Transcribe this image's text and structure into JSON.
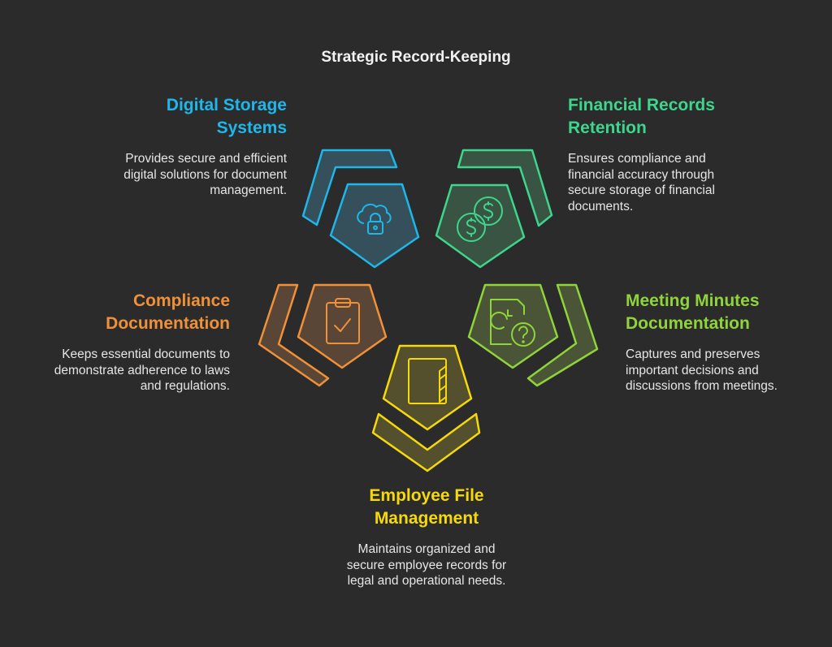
{
  "title": "Strategic Record-Keeping",
  "colors": {
    "background": "#2b2b2b",
    "digital_storage": "#1fb6ea",
    "financial_records": "#3dd68c",
    "compliance": "#f0913a",
    "meeting_minutes": "#8fd43a",
    "employee_file": "#f5d90a"
  },
  "items": [
    {
      "id": "digital-storage",
      "title_line1": "Digital Storage",
      "title_line2": "Systems",
      "description_line1": "Provides secure and efficient",
      "description_line2": "digital solutions for document",
      "description_line3": "management.",
      "icon": "cloud-lock-icon",
      "color": "#1fb6ea"
    },
    {
      "id": "financial-records",
      "title_line1": "Financial Records",
      "title_line2": "Retention",
      "description_line1": "Ensures compliance and",
      "description_line2": "financial accuracy through",
      "description_line3": "secure storage of financial",
      "description_line4": "documents.",
      "icon": "dollar-coins-icon",
      "color": "#3dd68c"
    },
    {
      "id": "compliance",
      "title_line1": "Compliance",
      "title_line2": "Documentation",
      "description_line1": "Keeps essential documents to",
      "description_line2": "demonstrate adherence to laws",
      "description_line3": "and regulations.",
      "icon": "clipboard-check-icon",
      "color": "#f0913a"
    },
    {
      "id": "meeting-minutes",
      "title_line1": "Meeting Minutes",
      "title_line2": "Documentation",
      "description_line1": "Captures and preserves",
      "description_line2": "important decisions and",
      "description_line3": "discussions from meetings.",
      "icon": "document-clock-question-icon",
      "color": "#8fd43a"
    },
    {
      "id": "employee-file",
      "title_line1": "Employee File",
      "title_line2": "Management",
      "description_line1": "Maintains organized and",
      "description_line2": "secure employee records for",
      "description_line3": "legal and operational needs.",
      "icon": "binder-icon",
      "color": "#f5d90a"
    }
  ]
}
